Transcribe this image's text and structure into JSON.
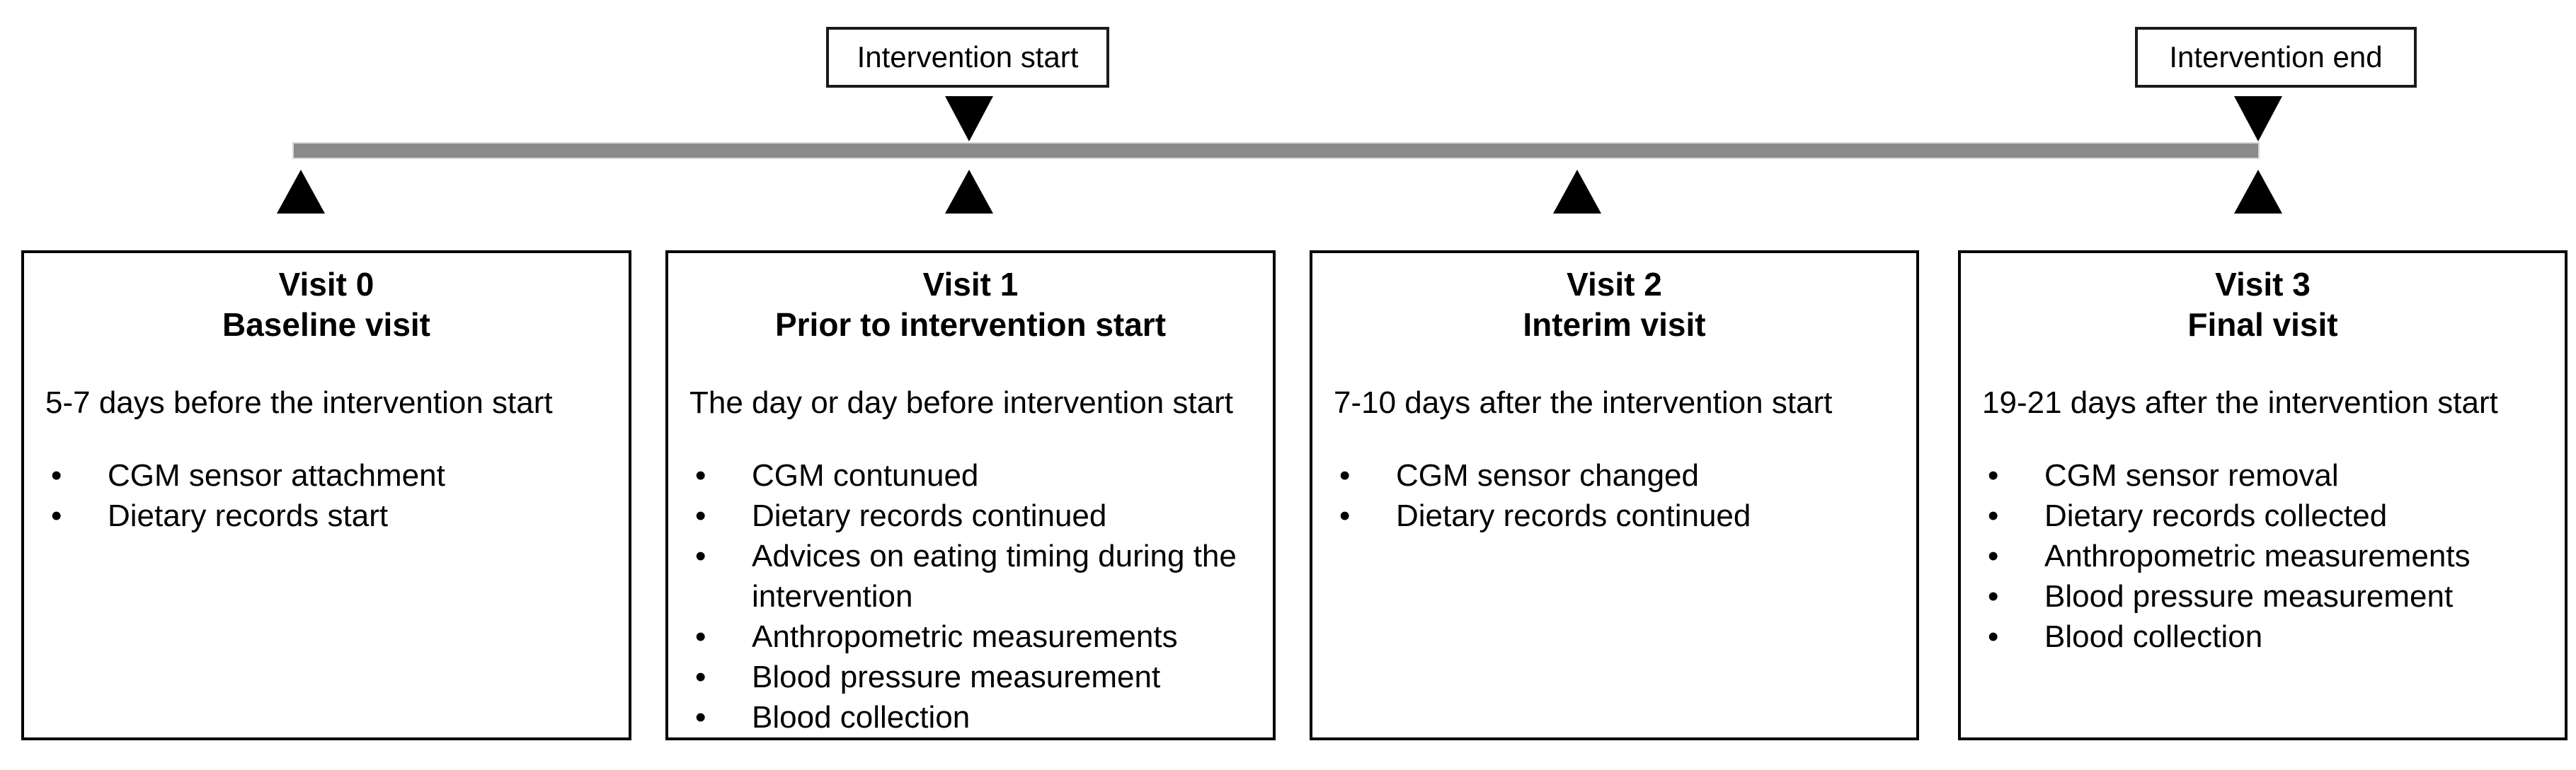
{
  "figure": {
    "background": "#ffffff",
    "text_color": "#000000",
    "bar_color": "#8a8a8a",
    "marker_color": "#000000"
  },
  "timeline": {
    "start_label": "Intervention start",
    "end_label": "Intervention end"
  },
  "visits": [
    {
      "title": "Visit 0",
      "subtitle": "Baseline visit",
      "timing": "5-7 days before the intervention start",
      "bullets": [
        "CGM sensor attachment",
        "Dietary records start"
      ]
    },
    {
      "title": "Visit 1",
      "subtitle": "Prior to intervention start",
      "timing": "The day or day before intervention start",
      "bullets": [
        "CGM contunued",
        "Dietary records continued",
        "Advices on eating timing during the intervention",
        "Anthropometric measurements",
        "Blood pressure measurement",
        "Blood collection"
      ]
    },
    {
      "title": "Visit 2",
      "subtitle": "Interim visit",
      "timing": "7-10 days after the intervention start",
      "bullets": [
        "CGM sensor changed",
        "Dietary records continued"
      ]
    },
    {
      "title": "Visit 3",
      "subtitle": "Final visit",
      "timing": "19-21 days after the intervention start",
      "bullets": [
        "CGM sensor removal",
        "Dietary records collected",
        "Anthropometric measurements",
        "Blood pressure measurement",
        "Blood collection"
      ]
    }
  ]
}
